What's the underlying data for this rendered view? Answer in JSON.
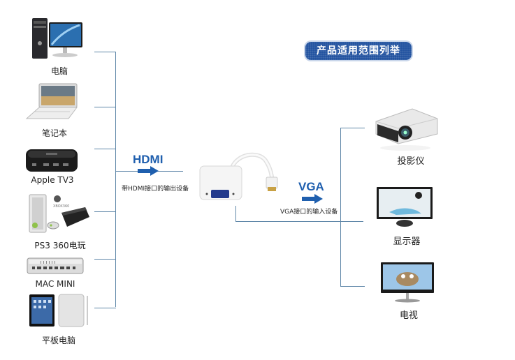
{
  "title": "产品适用范围列举",
  "colors": {
    "accent": "#1f5fae",
    "badge_bg": "#1d4f9e",
    "connector_line": "#5e86a8"
  },
  "sources": [
    {
      "label": "电脑",
      "icon": "desktop-computer-icon"
    },
    {
      "label": "笔记本",
      "icon": "laptop-icon"
    },
    {
      "label": "Apple TV3",
      "icon": "apple-tv-icon"
    },
    {
      "label": "PS3  360电玩",
      "icon": "game-console-icon"
    },
    {
      "label": "MAC MINI",
      "icon": "mac-mini-icon"
    },
    {
      "label": "平板电脑",
      "icon": "tablet-icon"
    }
  ],
  "input": {
    "label": "HDMI",
    "caption": "带HDMI接口的输出设备"
  },
  "adapter": {
    "icon": "hdmi-to-vga-adapter-icon"
  },
  "output": {
    "label": "VGA",
    "caption": "VGA接口的输入设备"
  },
  "targets": [
    {
      "label": "投影仪",
      "icon": "projector-icon"
    },
    {
      "label": "显示器",
      "icon": "monitor-icon"
    },
    {
      "label": "电视",
      "icon": "tv-icon"
    }
  ]
}
